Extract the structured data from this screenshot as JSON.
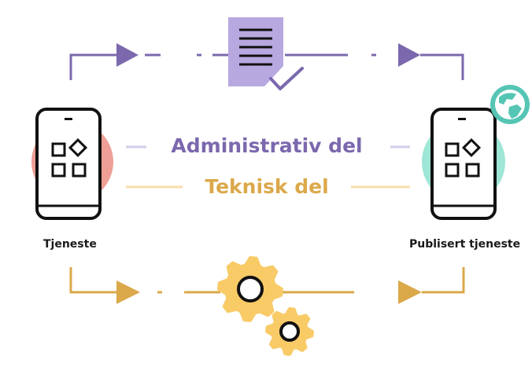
{
  "labels": {
    "admin_part": "Administrativ del",
    "technical_part": "Teknisk del",
    "service": "Tjeneste",
    "published_service": "Publisert tjeneste"
  },
  "colors": {
    "admin": "#7b68ad",
    "admin_light": "#b7a8e0",
    "admin_line_light": "#d4cdea",
    "technical": "#dba84a",
    "technical_light": "#f9ddaa",
    "gear": "#f9cb67",
    "service_accent": "#ef9f96",
    "published_accent": "#9ee6d6",
    "globe": "#55c5b4",
    "outline": "#111111"
  },
  "icons": {
    "document": "document-check-icon",
    "gears": "gears-icon",
    "globe": "globe-icon",
    "apps": "app-grid-icon"
  }
}
